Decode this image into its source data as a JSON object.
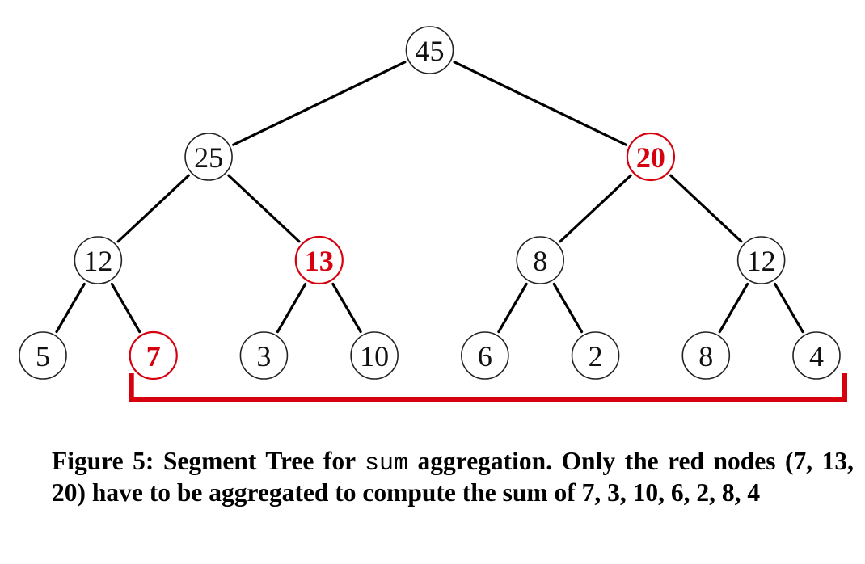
{
  "diagram": {
    "type": "segment-tree",
    "highlight_color": "#d7000f",
    "root": {
      "value": "45",
      "highlighted": false,
      "children": [
        {
          "value": "25",
          "highlighted": false,
          "children": [
            {
              "value": "12",
              "highlighted": false,
              "children": [
                {
                  "value": "5",
                  "highlighted": false
                },
                {
                  "value": "7",
                  "highlighted": true
                }
              ]
            },
            {
              "value": "13",
              "highlighted": true,
              "children": [
                {
                  "value": "3",
                  "highlighted": false
                },
                {
                  "value": "10",
                  "highlighted": false
                }
              ]
            }
          ]
        },
        {
          "value": "20",
          "highlighted": true,
          "children": [
            {
              "value": "8",
              "highlighted": false,
              "children": [
                {
                  "value": "6",
                  "highlighted": false
                },
                {
                  "value": "2",
                  "highlighted": false
                }
              ]
            },
            {
              "value": "12",
              "highlighted": false,
              "children": [
                {
                  "value": "8",
                  "highlighted": false
                },
                {
                  "value": "4",
                  "highlighted": false
                }
              ]
            }
          ]
        }
      ]
    },
    "query_range": {
      "from_leaf": 1,
      "to_leaf": 7
    }
  },
  "caption": {
    "label": "Figure 5:",
    "text_before": "Segment Tree for",
    "code": "sum",
    "text_after": "aggregation. Only the red nodes (7, 13, 20) have to be aggregated to compute the sum of 7, 3, 10, 6, 2, 8, 4"
  }
}
